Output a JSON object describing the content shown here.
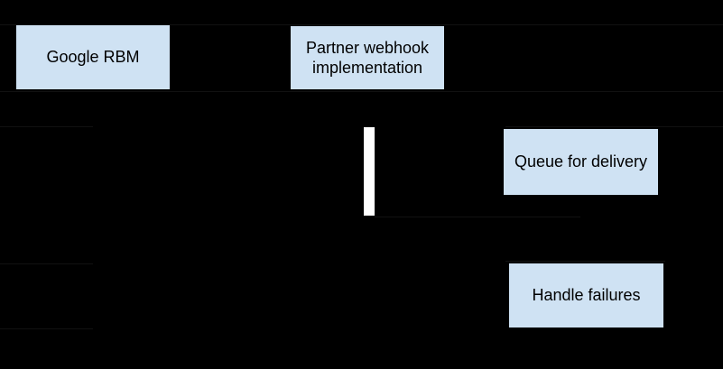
{
  "diagram": {
    "background_color": "#000000",
    "node_fill_color": "#cfe2f3",
    "node_text_color": "#000000",
    "activation_bar_color": "#ffffff",
    "nodes": [
      {
        "id": "google-rbm",
        "label": "Google RBM"
      },
      {
        "id": "partner-webhook",
        "label": "Partner webhook implementation"
      },
      {
        "id": "queue-for-delivery",
        "label": "Queue for delivery"
      },
      {
        "id": "handle-failures",
        "label": "Handle failures"
      }
    ]
  }
}
